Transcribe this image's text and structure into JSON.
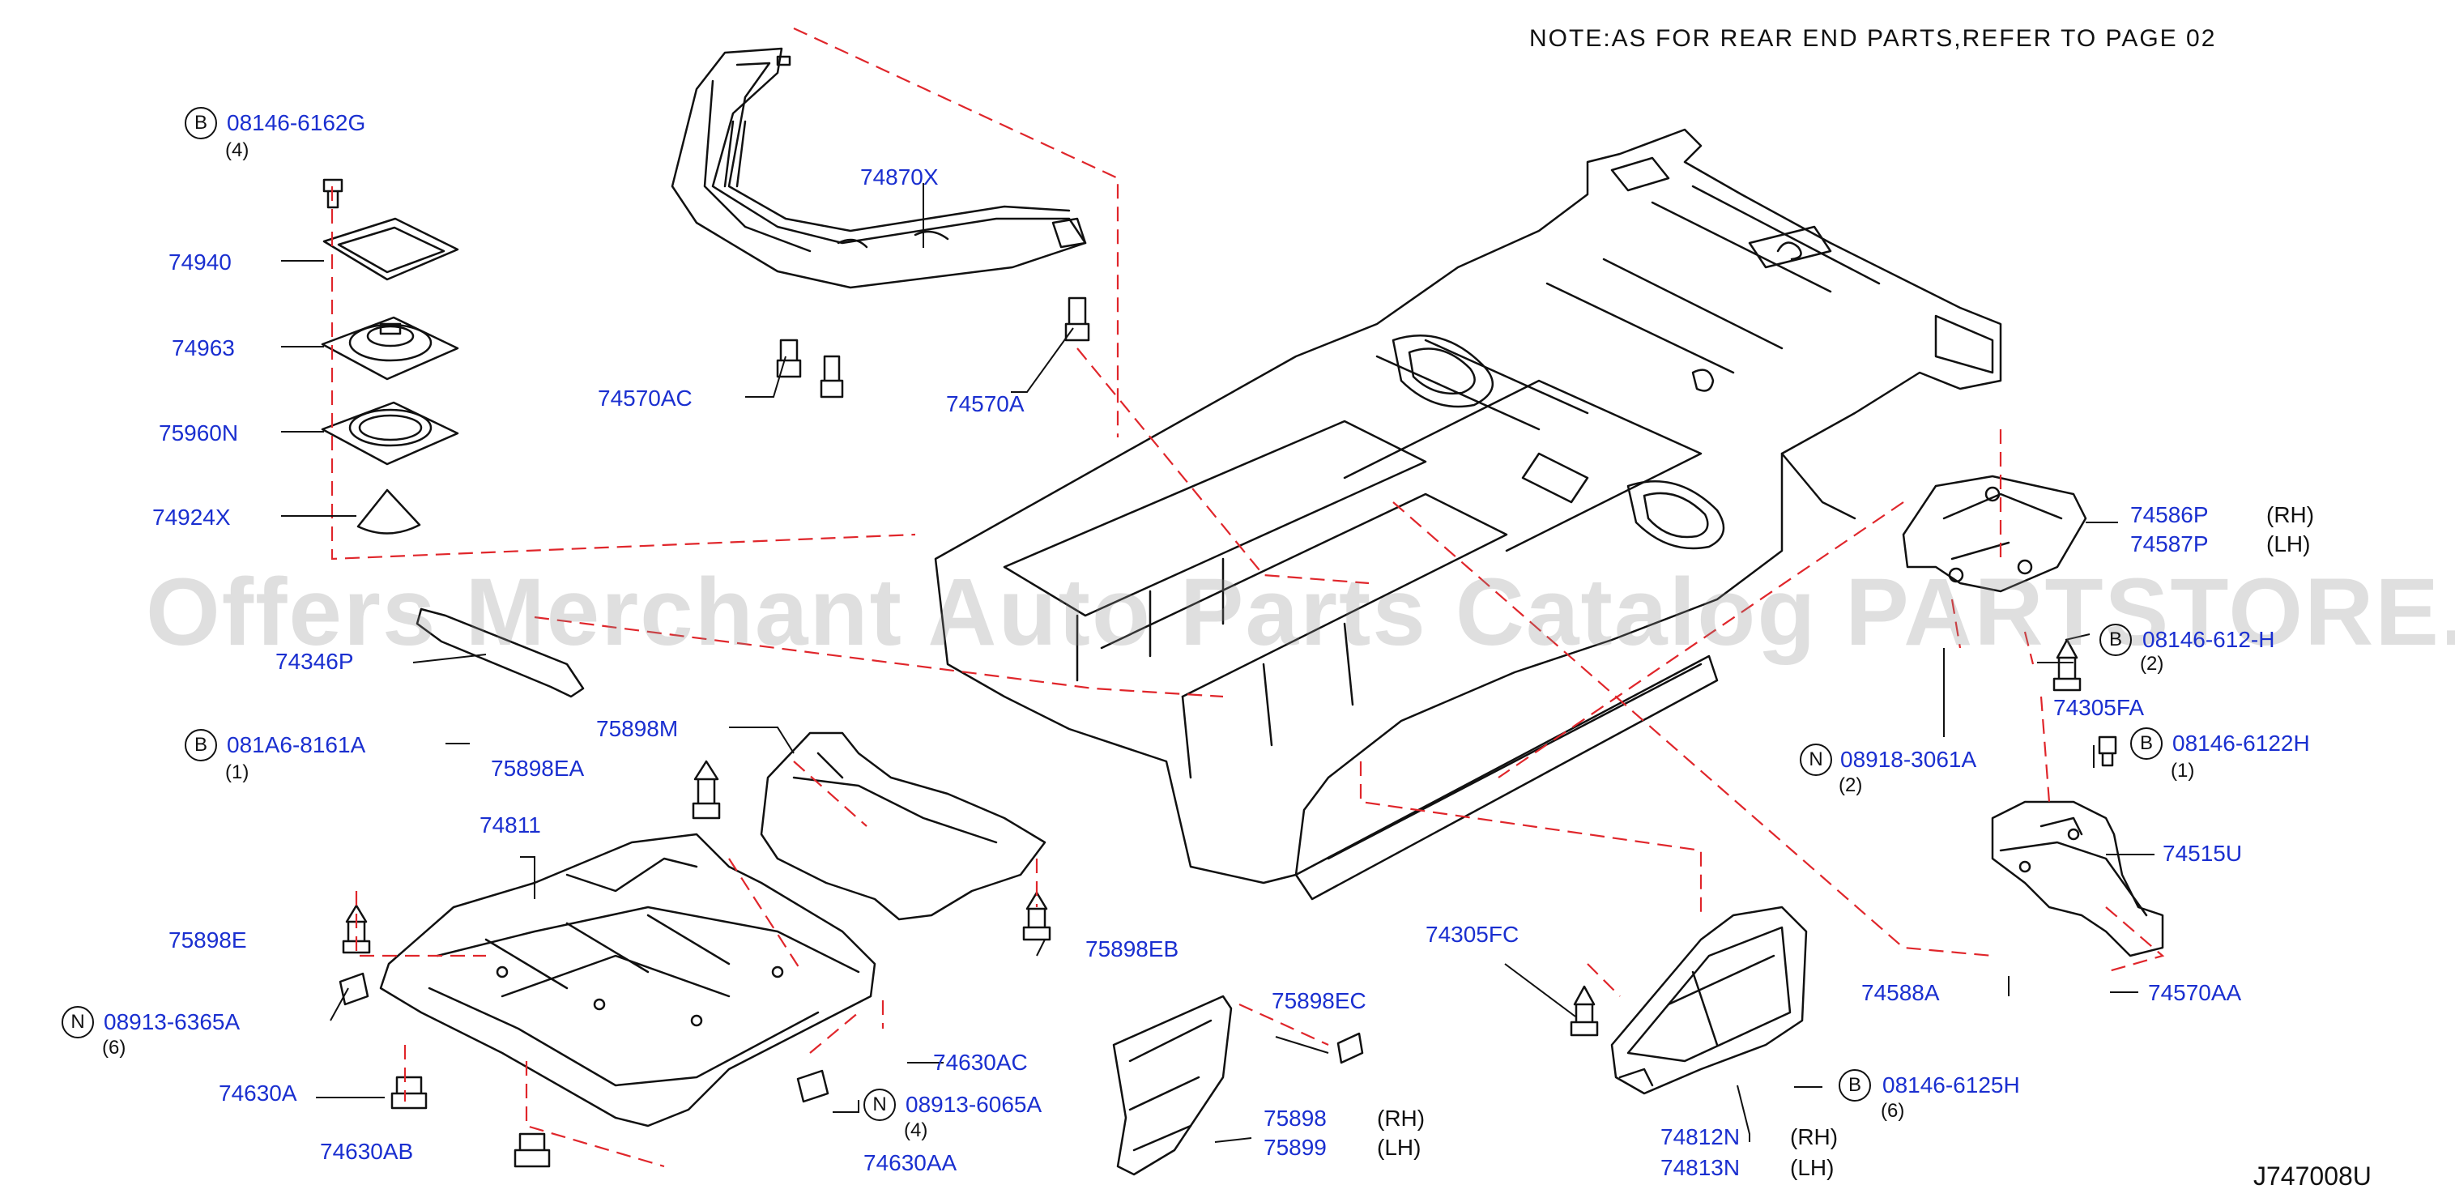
{
  "note": "NOTE:AS FOR REAR END PARTS,REFER TO PAGE 02",
  "diagram_code": "J747008U",
  "watermark": "Offers Merchant Auto Parts Catalog PARTSTORE.SA",
  "colors": {
    "part_number": "#1a2fd0",
    "leader_dash": "#e0262b",
    "line": "#111111",
    "watermark": "#8c8c8c"
  },
  "callouts": [
    {
      "id": "p08146_6162G",
      "prefix": "B",
      "text": "08146-6162G",
      "qty": "(4)"
    },
    {
      "id": "p74940",
      "text": "74940"
    },
    {
      "id": "p74963",
      "text": "74963"
    },
    {
      "id": "p75960N",
      "text": "75960N"
    },
    {
      "id": "p74924X",
      "text": "74924X"
    },
    {
      "id": "p74870X",
      "text": "74870X"
    },
    {
      "id": "p74570AC",
      "text": "74570AC"
    },
    {
      "id": "p74570A",
      "text": "74570A"
    },
    {
      "id": "p74586P",
      "text": "74586P",
      "side": "(RH)"
    },
    {
      "id": "p74587P",
      "text": "74587P",
      "side": "(LH)"
    },
    {
      "id": "p08146_612xH",
      "prefix": "B",
      "text": "08146-612-H",
      "qty": "(2)"
    },
    {
      "id": "p74305FA",
      "text": "74305FA"
    },
    {
      "id": "p08918_3061A",
      "prefix": "N",
      "text": "08918-3061A",
      "qty": "(2)"
    },
    {
      "id": "p08146_6122H",
      "prefix": "B",
      "text": "08146-6122H",
      "qty": "(1)"
    },
    {
      "id": "p74515U",
      "text": "74515U"
    },
    {
      "id": "p74588A",
      "text": "74588A"
    },
    {
      "id": "p74570AA",
      "text": "74570AA"
    },
    {
      "id": "p74346P",
      "text": "74346P"
    },
    {
      "id": "p081A6_8161A",
      "prefix": "B",
      "text": "081A6-8161A",
      "qty": "(1)"
    },
    {
      "id": "p75898M",
      "text": "75898M"
    },
    {
      "id": "p75898EA",
      "text": "75898EA"
    },
    {
      "id": "p74811",
      "text": "74811"
    },
    {
      "id": "p75898E",
      "text": "75898E"
    },
    {
      "id": "p08913_6365A",
      "prefix": "N",
      "text": "08913-6365A",
      "qty": "(6)"
    },
    {
      "id": "p74630A",
      "text": "74630A"
    },
    {
      "id": "p74630AB",
      "text": "74630AB"
    },
    {
      "id": "p75898EB",
      "text": "75898EB"
    },
    {
      "id": "p74630AC",
      "text": "74630AC"
    },
    {
      "id": "p08913_6065A",
      "prefix": "N",
      "text": "08913-6065A",
      "qty": "(4)"
    },
    {
      "id": "p74630AA",
      "text": "74630AA"
    },
    {
      "id": "p75898EC",
      "text": "75898EC"
    },
    {
      "id": "p75898",
      "text": "75898",
      "side": "(RH)"
    },
    {
      "id": "p75899",
      "text": "75899",
      "side": "(LH)"
    },
    {
      "id": "p74305FC",
      "text": "74305FC"
    },
    {
      "id": "p74812N",
      "text": "74812N",
      "side": "(RH)"
    },
    {
      "id": "p74813N",
      "text": "74813N",
      "side": "(LH)"
    },
    {
      "id": "p08146_6125H",
      "prefix": "B",
      "text": "08146-6125H",
      "qty": "(6)"
    }
  ]
}
